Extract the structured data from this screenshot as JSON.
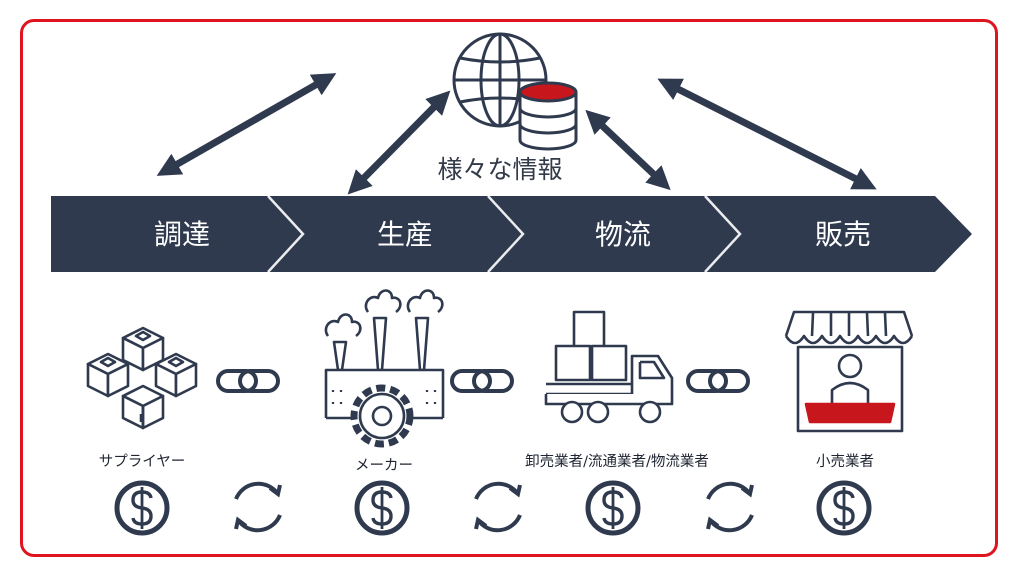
{
  "info_hub": {
    "label": "様々な情報"
  },
  "stages": [
    {
      "label": "調達"
    },
    {
      "label": "生産"
    },
    {
      "label": "物流"
    },
    {
      "label": "販売"
    }
  ],
  "actors": [
    {
      "label": "サプライヤー",
      "icon": "boxes-icon"
    },
    {
      "label": "メーカー",
      "icon": "factory-icon"
    },
    {
      "label": "卸売業者/流通業者/物流業者",
      "icon": "delivery-truck-icon"
    },
    {
      "label": "小売業者",
      "icon": "store-icon"
    }
  ],
  "colors": {
    "navy": "#2f3a4f",
    "accent_red": "#c8161d",
    "frame_red": "#e0141e"
  }
}
